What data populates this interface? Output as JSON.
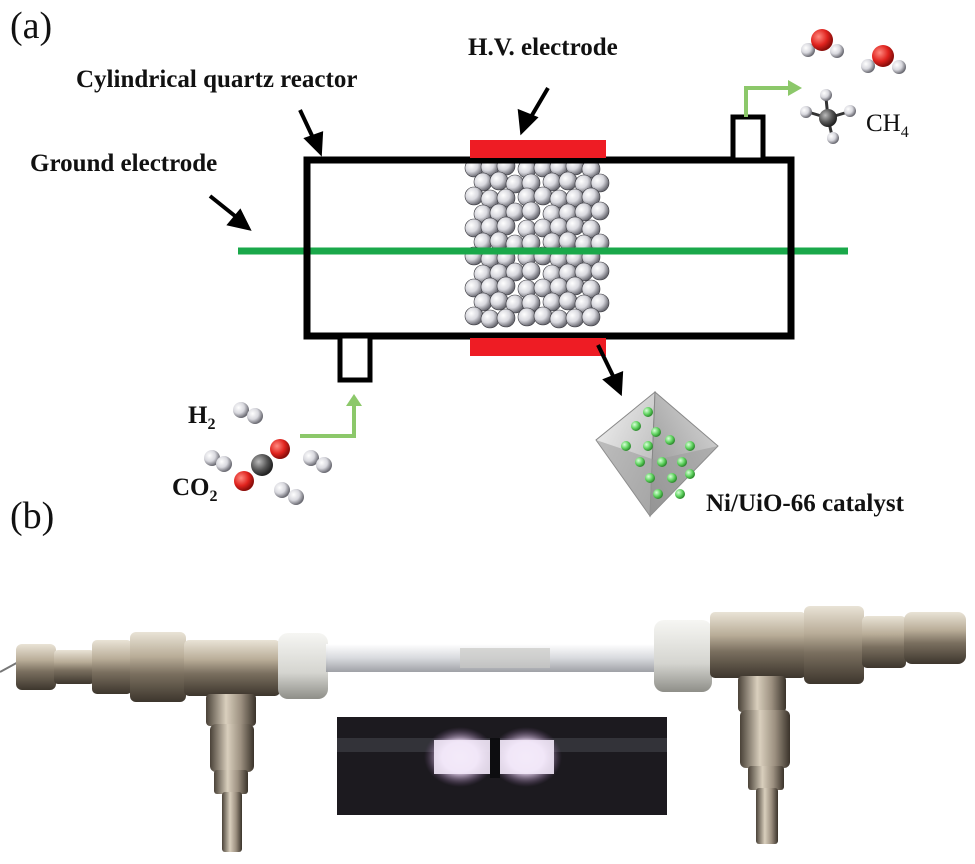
{
  "panels": {
    "a": {
      "label": "(a)"
    },
    "b": {
      "label": "(b)"
    }
  },
  "labels": {
    "hv_electrode": "H.V. electrode",
    "reactor": "Cylindrical quartz reactor",
    "ground_electrode": "Ground electrode",
    "catalyst": "Ni/UiO-66 catalyst"
  },
  "inputs": {
    "h2": {
      "symbol": "H",
      "subscript": "2"
    },
    "co2": {
      "symbol": "CO",
      "subscript": "2"
    }
  },
  "outputs": {
    "ch4": {
      "symbol": "CH",
      "subscript": "4"
    }
  },
  "colors": {
    "electrode_red": "#ee1c24",
    "ground_green": "#1aa84a",
    "arrow_green": "#8cc86a",
    "oxygen_red": "#e0231e",
    "carbon_gray": "#555555",
    "catalyst_sphere_green": "#5fd35f",
    "plasma_glow": "#e8d8f0"
  },
  "icons": [
    "molecule-h2-icon",
    "molecule-co2-icon",
    "molecule-h2o-icon",
    "molecule-ch4-icon",
    "octahedron-catalyst-icon"
  ]
}
